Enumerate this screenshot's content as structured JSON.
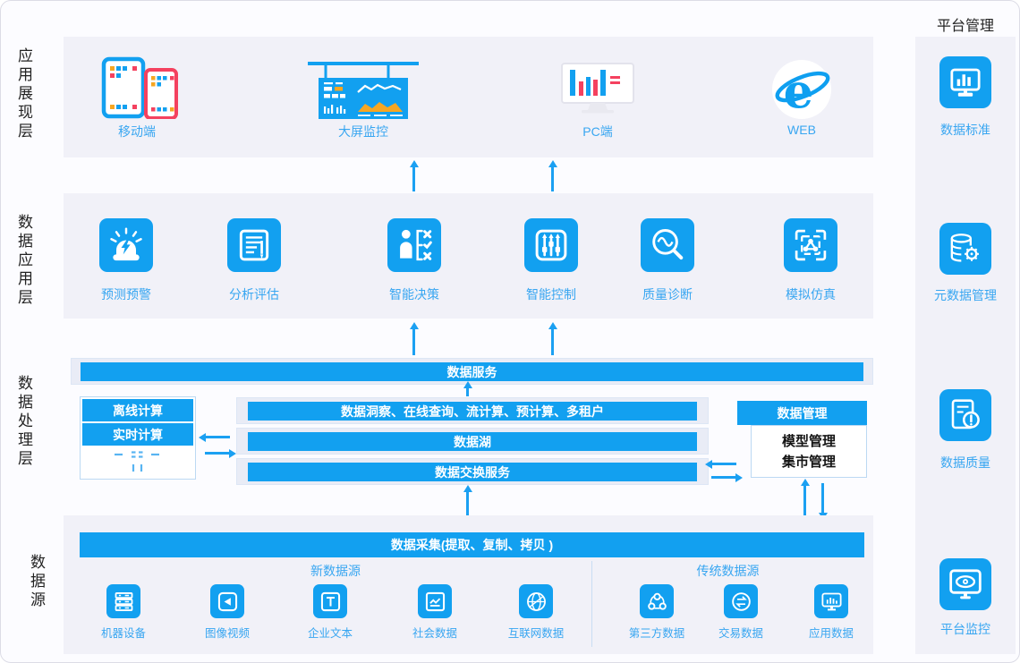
{
  "colors": {
    "accent": "#12a0f0",
    "label_blue": "#38a6f1",
    "band_bg": "#f1f1f8",
    "red": "#f4415f",
    "orange": "#f6a622"
  },
  "left_labels": {
    "display": "应用展现层",
    "application": "数据应用层",
    "processing": "数据处理层",
    "source": "数据源"
  },
  "display_layer": {
    "mobile": "移动端",
    "big_screen": "大屏监控",
    "pc": "PC端",
    "web": "WEB"
  },
  "application_layer": {
    "items": [
      {
        "label": "预测预警"
      },
      {
        "label": "分析评估"
      },
      {
        "label": "智能决策"
      },
      {
        "label": "智能控制"
      },
      {
        "label": "质量诊断"
      },
      {
        "label": "模拟仿真"
      }
    ]
  },
  "processing_layer": {
    "data_service": "数据服务",
    "compute_box": {
      "offline": "离线计算",
      "realtime": "实时计算"
    },
    "bars": [
      {
        "label": "数据洞察、在线查询、流计算、预计算、多租户"
      },
      {
        "label": "数据湖"
      },
      {
        "label": "数据交换服务"
      }
    ],
    "management_box": {
      "header": "数据管理",
      "line1": "模型管理",
      "line2": "集市管理"
    }
  },
  "source_layer": {
    "header": "数据采集(提取、复制、拷贝 )",
    "new_sources": {
      "title": "新数据源",
      "items": [
        {
          "label": "机器设备"
        },
        {
          "label": "图像视频"
        },
        {
          "label": "企业文本"
        },
        {
          "label": "社会数据"
        },
        {
          "label": "互联网数据"
        }
      ]
    },
    "traditional_sources": {
      "title": "传统数据源",
      "items": [
        {
          "label": "第三方数据"
        },
        {
          "label": "交易数据"
        },
        {
          "label": "应用数据"
        }
      ]
    }
  },
  "platform_management": {
    "title": "平台管理",
    "items": [
      {
        "label": "数据标准"
      },
      {
        "label": "元数据管理"
      },
      {
        "label": "数据质量"
      },
      {
        "label": "平台监控"
      }
    ]
  },
  "icon_glyphs": {
    "web_e": "e"
  }
}
